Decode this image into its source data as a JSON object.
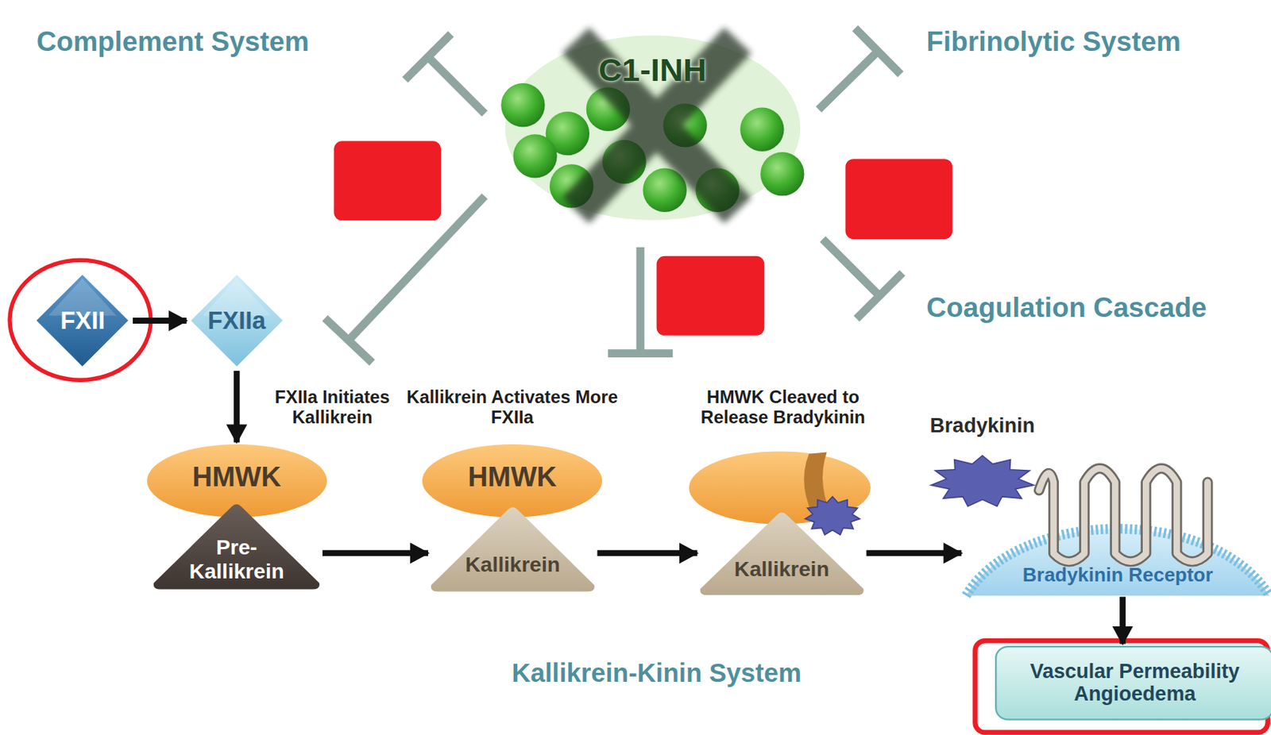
{
  "diagram": {
    "nodes": [
      {
        "text": [
          "C1-INH"
        ]
      },
      {
        "text": [
          "FXII"
        ]
      },
      {
        "text": [
          "FXIIa"
        ]
      },
      {
        "text": [
          "HMWK"
        ]
      },
      {
        "text": [
          "Pre- Kallikrein"
        ]
      },
      {
        "text": [
          "HMWK"
        ]
      },
      {
        "text": [
          "Kallikrein"
        ]
      },
      {
        "text": [
          "Kallikrein"
        ]
      },
      {
        "text": [
          "Bradykinin"
        ]
      },
      {
        "text": [
          "Bradykinin Receptor"
        ]
      },
      {
        "text": [
          "Vascular Permeability Angioedema"
        ]
      }
    ],
    "edges": [
      {
        "from": 1,
        "to": 2,
        "arrow": "to"
      },
      {
        "from": 2,
        "to": 3,
        "arrow": "to"
      },
      {
        "from": 4,
        "to": 6,
        "arrow": "to"
      },
      {
        "from": 6,
        "to": 7,
        "arrow": "to"
      },
      {
        "from": 7,
        "to": 9,
        "arrow": "to"
      },
      {
        "from": 9,
        "to": 10,
        "arrow": "to"
      }
    ],
    "labels": [
      "Complement System",
      "Fibrinolytic System",
      "Coagulation Cascade",
      "FXIIa Initiates Kallikrein",
      "Kallikrein Activates More FXIIa",
      "HMWK Cleaved to Release Bradykinin",
      "Kallikrein-Kinin System"
    ]
  }
}
